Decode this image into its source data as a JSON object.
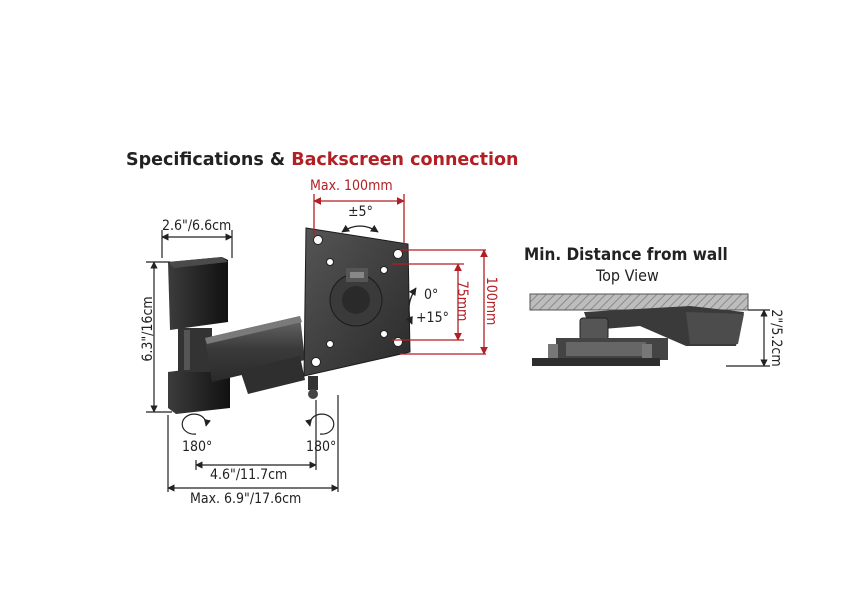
{
  "title": {
    "part1": "Specifications & ",
    "part2": "Backscreen connection"
  },
  "dimensions": {
    "arm_width": "2.6\"/6.6cm",
    "arm_height": "6.3\"/16cm",
    "swivel_left": "180°",
    "swivel_right": "180°",
    "mid_width": "4.6\"/11.7cm",
    "max_width": "Max. 6.9\"/17.6cm"
  },
  "backscreen": {
    "max_label": "Max. 100mm",
    "rotation": "±5°",
    "tilt_top": "0°",
    "tilt_bottom": "+15°",
    "inner": "75mm",
    "outer": "100mm"
  },
  "wall_distance": {
    "heading": "Min. Distance from wall",
    "subheading": "Top View",
    "distance": "2\"/5.2cm"
  },
  "colors": {
    "accent_red": "#b21f24",
    "text_dark": "#222222",
    "mount_dark": "#2b2b2b",
    "mount_mid": "#555555"
  }
}
